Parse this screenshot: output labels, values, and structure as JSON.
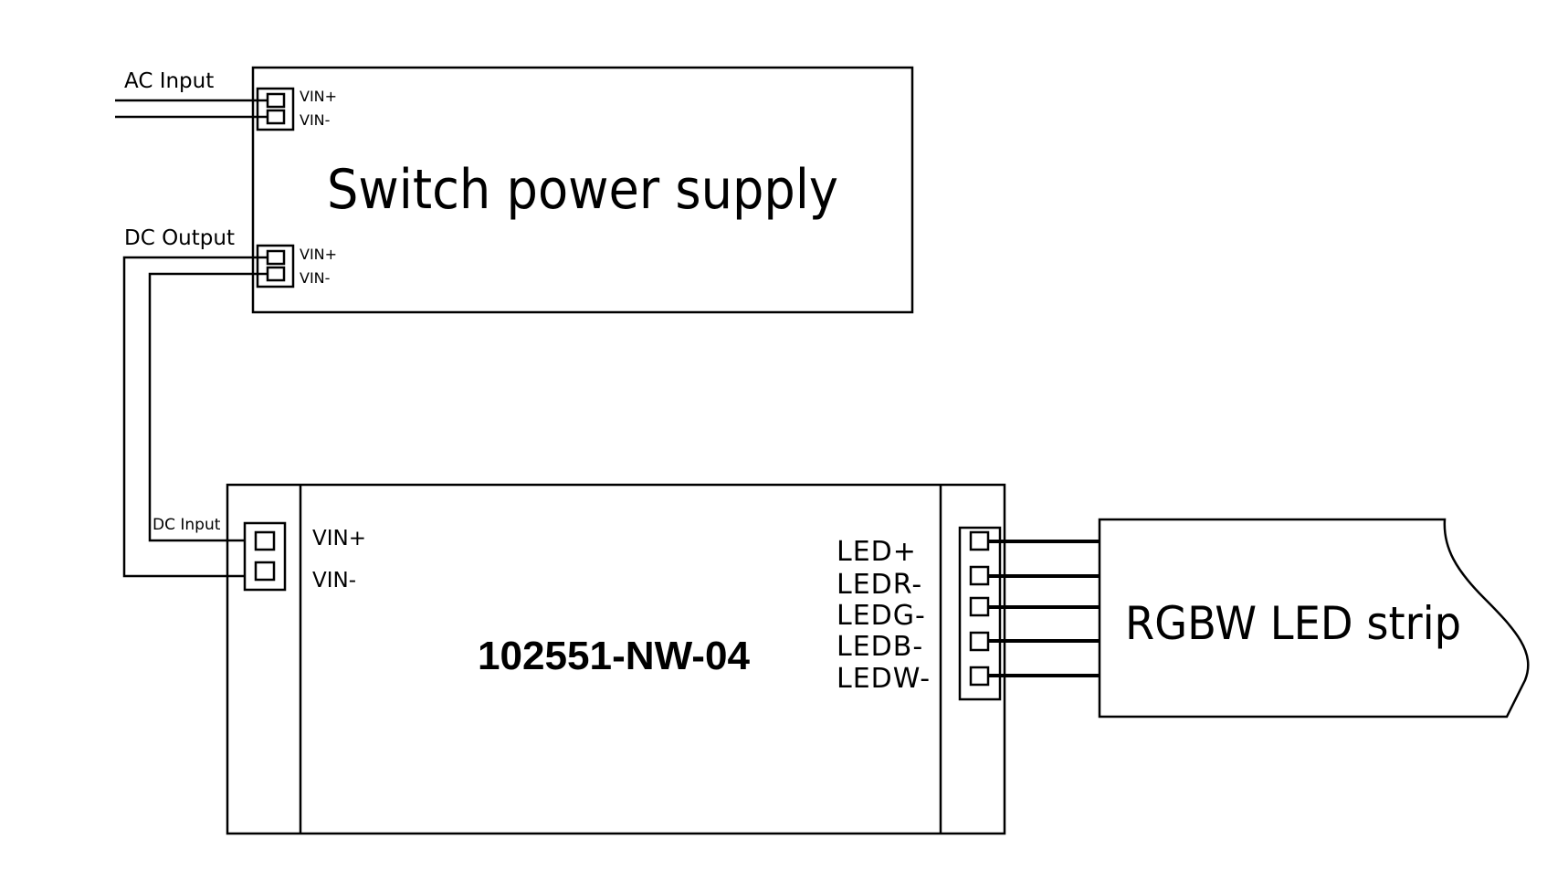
{
  "power_supply": {
    "title": "Switch power supply",
    "ac_input_label": "AC Input",
    "dc_output_label": "DC Output",
    "ac_pins": [
      "VIN+",
      "VIN-"
    ],
    "dc_pins": [
      "VIN+",
      "VIN-"
    ]
  },
  "controller": {
    "model": "102551-NW-04",
    "dc_input_label": "DC Input",
    "input_pins": [
      "VIN+",
      "VIN-"
    ],
    "output_pins": [
      "LED+",
      "LEDR-",
      "LEDG-",
      "LEDB-",
      "LEDW-"
    ]
  },
  "led_strip": {
    "title": "RGBW LED strip"
  },
  "colors": {
    "line": "#000000",
    "background": "#ffffff"
  }
}
